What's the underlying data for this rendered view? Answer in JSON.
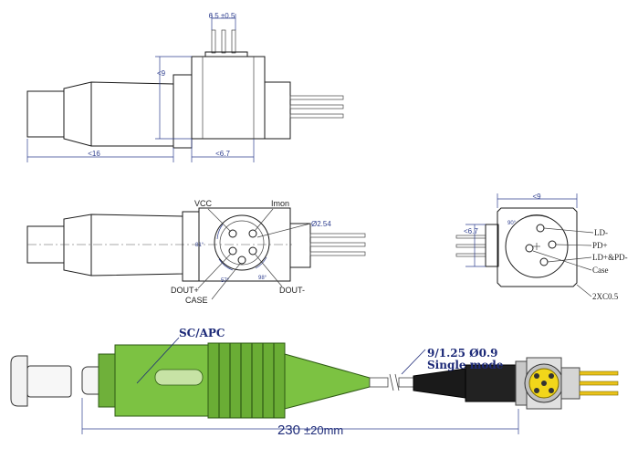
{
  "top_view": {
    "dim_width": "6.5 ±0.5",
    "dim_height": "<9",
    "dim_length": "<16",
    "dim_body": "<6.7"
  },
  "mid_view": {
    "pin_vcc": "VCC",
    "pin_imon": "Imon",
    "pin_dout_plus": "DOUT+",
    "pin_case": "CASE",
    "pin_dout_minus": "DOUT-",
    "dia": "Ø2.54",
    "angle_left": "81°",
    "angle_bottom_left": "57°",
    "angle_bottom_right": "98°"
  },
  "end_view": {
    "dim_width": "<9",
    "dim_height": "<6.7",
    "angle": "90°",
    "pin_ld_minus": "LD-",
    "pin_pd_plus": "PD+",
    "pin_ld_pd_minus": "LD+&PD-",
    "pin_case": "Case",
    "chamfer": "2XC0.5"
  },
  "bottom_view": {
    "connector": "SC/APC",
    "fiber_spec": "9/1.25  Ø0.9",
    "fiber_mode": "Single mode",
    "total_length": "230",
    "tolerance": "±20mm"
  },
  "colors": {
    "dimension": "#2f3f8f",
    "connector_green": "#7cc242",
    "connector_gold": "#f2d61a"
  }
}
